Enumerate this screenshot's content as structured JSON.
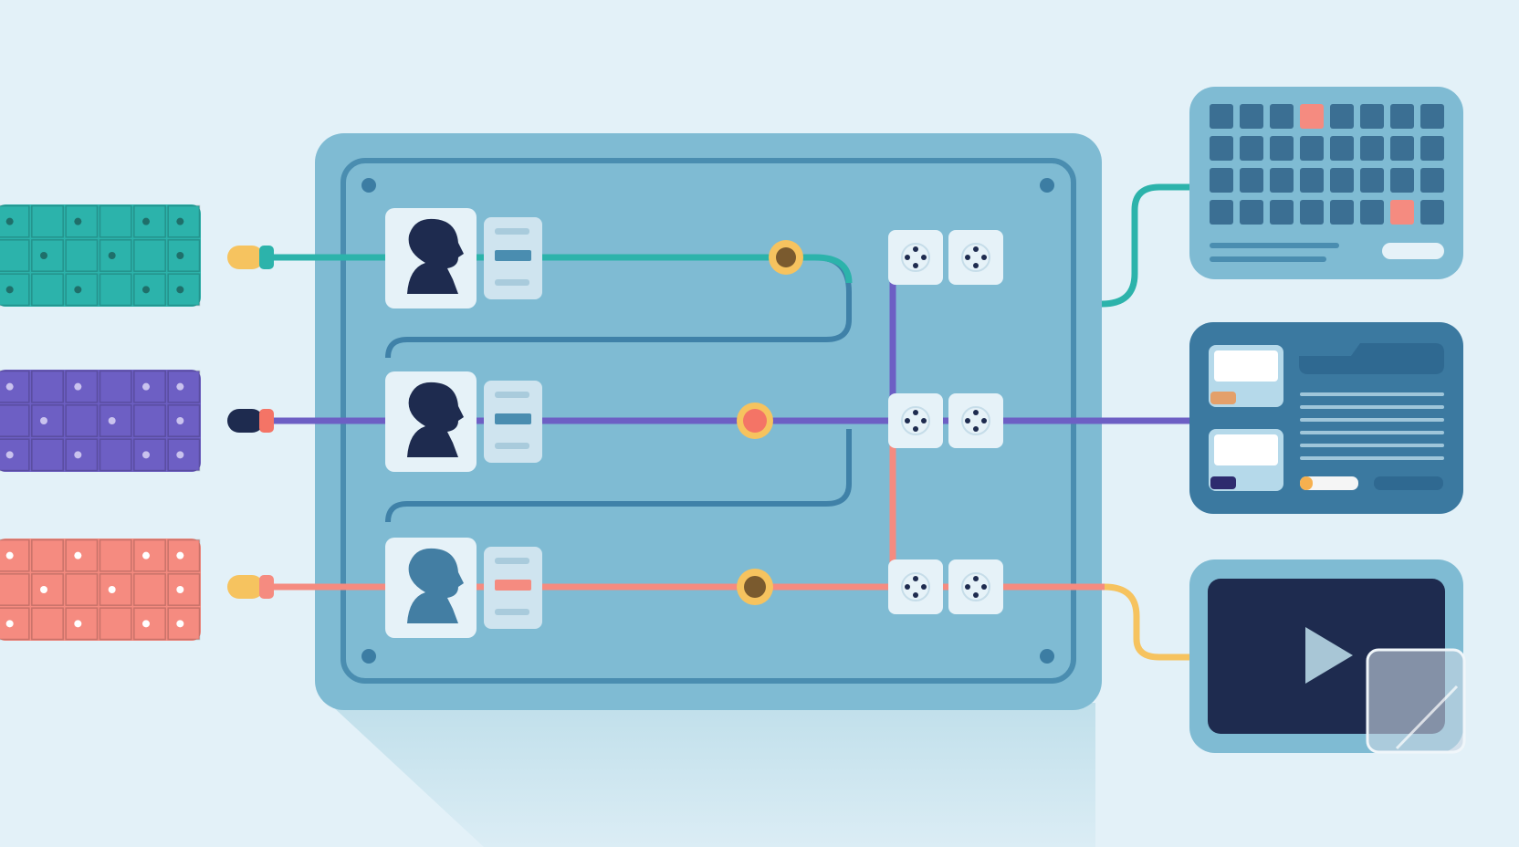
{
  "colors": {
    "background": "#e3f1f8",
    "panel": "#7fbbd3",
    "panel_border": "#4a8db0",
    "card": "#e6f2f8",
    "teal": "#2cb3ab",
    "purple": "#6d5fc4",
    "coral": "#f58b80",
    "gold": "#f6c35f",
    "navy": "#1e2b4f",
    "steel": "#437ea3",
    "dark_panel": "#3b79a0"
  },
  "sources": [
    {
      "name": "teal-grid",
      "color": "teal",
      "plug_color": "gold"
    },
    {
      "name": "purple-grid",
      "color": "purple",
      "plug_color": "navy"
    },
    {
      "name": "coral-grid",
      "color": "coral",
      "plug_color": "gold"
    }
  ],
  "channels": [
    {
      "profile_icon": "person-silhouette-icon",
      "line_color": "teal",
      "node_color": "gold"
    },
    {
      "profile_icon": "person-silhouette-icon",
      "line_color": "purple",
      "node_color": "coral"
    },
    {
      "profile_icon": "person-silhouette-icon",
      "line_color": "coral",
      "node_color": "gold"
    }
  ],
  "outputs": [
    {
      "name": "calendar-panel",
      "icon": "calendar-icon",
      "highlighted_cells": 2
    },
    {
      "name": "document-panel",
      "icon": "document-icon"
    },
    {
      "name": "video-panel",
      "icon": "play-icon"
    }
  ]
}
